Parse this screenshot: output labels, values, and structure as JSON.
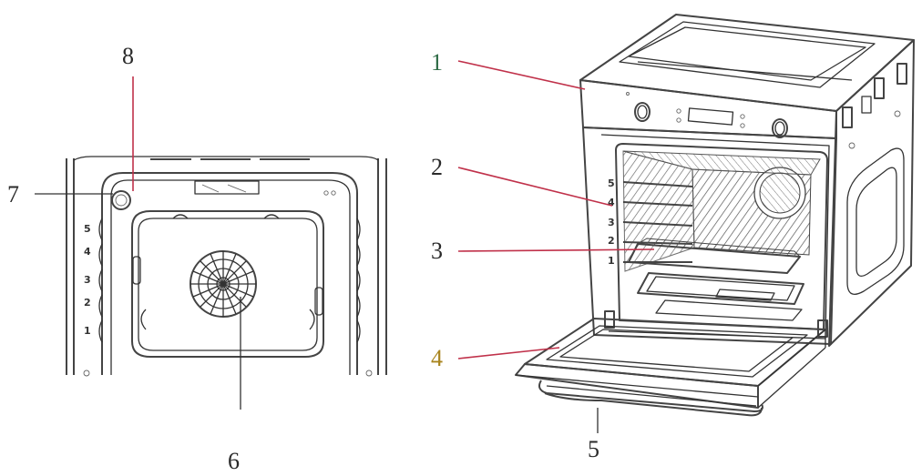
{
  "callouts": [
    {
      "id": "1",
      "label": "1",
      "color": "#2e6b45"
    },
    {
      "id": "2",
      "label": "2",
      "color": "#2a2a2a"
    },
    {
      "id": "3",
      "label": "3",
      "color": "#2a2a2a"
    },
    {
      "id": "4",
      "label": "4",
      "color": "#a8841e"
    },
    {
      "id": "5",
      "label": "5",
      "color": "#2a2a2a"
    },
    {
      "id": "6",
      "label": "6",
      "color": "#2a2a2a"
    },
    {
      "id": "7",
      "label": "7",
      "color": "#2a2a2a"
    },
    {
      "id": "8",
      "label": "8",
      "color": "#2a2a2a"
    }
  ],
  "front_view": {
    "shelf_levels": [
      "5",
      "4",
      "3",
      "2",
      "1"
    ]
  },
  "oven_view": {
    "shelf_levels": [
      "5",
      "4",
      "3",
      "2",
      "1"
    ]
  },
  "colors": {
    "leader_line": "#c0314a",
    "drawing": "#333333"
  }
}
